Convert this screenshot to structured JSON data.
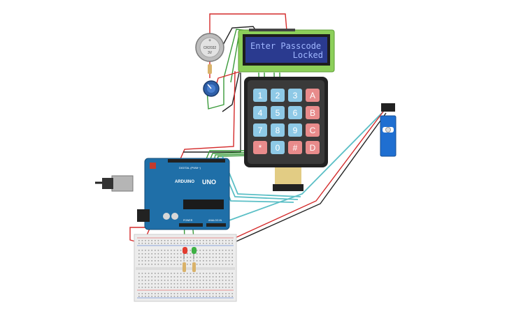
{
  "lcd": {
    "line1": "Enter Passcode",
    "line2": "Locked",
    "screen_color": "#2a3a8f",
    "bezel_color": "#8ccf5a"
  },
  "keypad": {
    "rows": [
      [
        {
          "label": "1",
          "kind": "num"
        },
        {
          "label": "2",
          "kind": "num"
        },
        {
          "label": "3",
          "kind": "num"
        },
        {
          "label": "A",
          "kind": "letter"
        }
      ],
      [
        {
          "label": "4",
          "kind": "num"
        },
        {
          "label": "5",
          "kind": "num"
        },
        {
          "label": "6",
          "kind": "num"
        },
        {
          "label": "B",
          "kind": "letter"
        }
      ],
      [
        {
          "label": "7",
          "kind": "num"
        },
        {
          "label": "8",
          "kind": "num"
        },
        {
          "label": "9",
          "kind": "num"
        },
        {
          "label": "C",
          "kind": "letter"
        }
      ],
      [
        {
          "label": "*",
          "kind": "letter"
        },
        {
          "label": "0",
          "kind": "num"
        },
        {
          "label": "#",
          "kind": "letter"
        },
        {
          "label": "D",
          "kind": "letter"
        }
      ]
    ],
    "num_color": "#8ec9e6",
    "letter_color": "#e88b8b"
  },
  "arduino": {
    "model": "UNO",
    "brand": "ARDUINO",
    "header_label": "DIGITAL (PWM~)",
    "power_label": "POWER",
    "analog_label": "ANALOG IN",
    "board_color": "#1f6fa8"
  },
  "coin_cell": {
    "label1": "CR2032",
    "label2": "3V"
  },
  "leds": [
    {
      "color": "#e23b2e"
    },
    {
      "color": "#3cb043"
    }
  ],
  "wire_colors": {
    "red": "#d42a2a",
    "black": "#222222",
    "green": "#3a9a3a",
    "teal": "#5bbfc6"
  }
}
